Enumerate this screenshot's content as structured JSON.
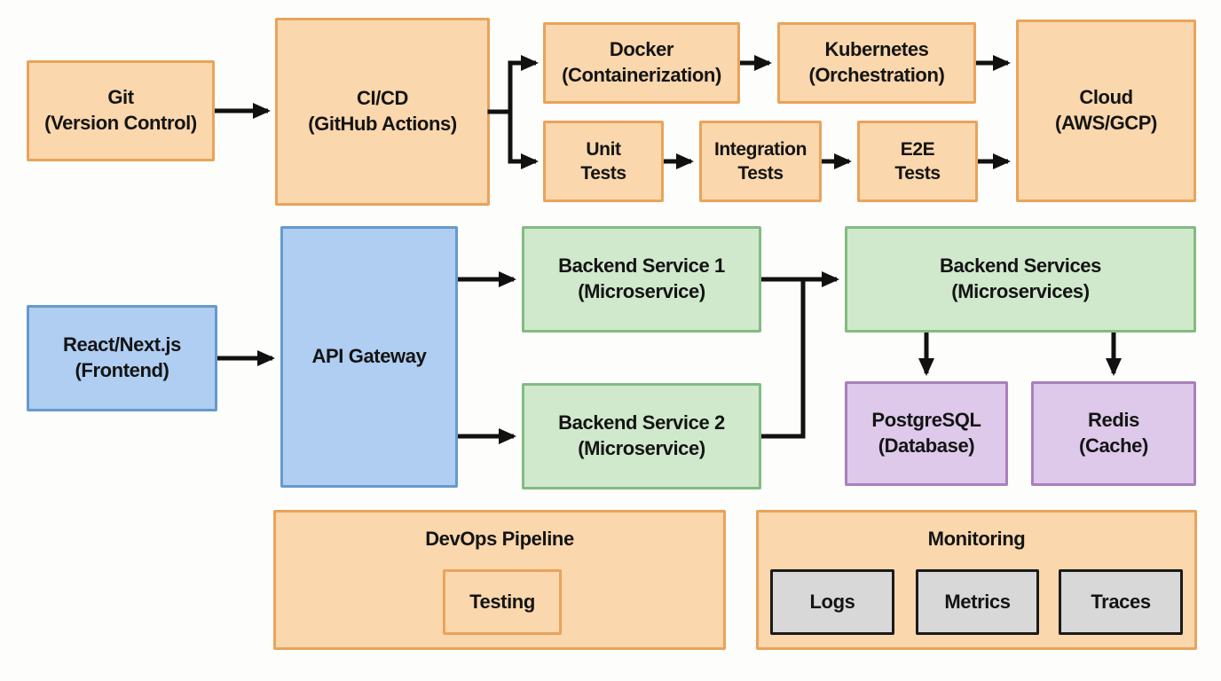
{
  "palette": {
    "background": "#fdfdfb",
    "text": "#141414",
    "arrow": "#111111",
    "orange_fill": "#fad7ac",
    "orange_border": "#e9a35c",
    "blue_fill": "#afcef2",
    "blue_border": "#6699cc",
    "green_fill": "#d0e9cc",
    "green_border": "#82bb82",
    "purple_fill": "#dec9ea",
    "purple_border": "#a97fbc",
    "gray_fill": "#d8d8d8",
    "gray_border": "#1a1a1a"
  },
  "nodes": {
    "git": {
      "line1": "Git",
      "line2": "(Version Control)"
    },
    "cicd": {
      "line1": "CI/CD",
      "line2": "(GitHub Actions)"
    },
    "docker": {
      "line1": "Docker",
      "line2": "(Containerization)"
    },
    "kubernetes": {
      "line1": "Kubernetes",
      "line2": "(Orchestration)"
    },
    "cloud": {
      "line1": "Cloud",
      "line2": "(AWS/GCP)"
    },
    "unit_tests": {
      "line1": "Unit",
      "line2": "Tests"
    },
    "integration_tests": {
      "line1": "Integration",
      "line2": "Tests"
    },
    "e2e_tests": {
      "line1": "E2E",
      "line2": "Tests"
    },
    "react_frontend": {
      "line1": "React/Next.js",
      "line2": "(Frontend)"
    },
    "api_gateway": {
      "line1": "API Gateway"
    },
    "backend_service_1": {
      "line1": "Backend Service 1",
      "line2": "(Microservice)"
    },
    "backend_service_2": {
      "line1": "Backend Service 2",
      "line2": "(Microservice)"
    },
    "backend_services": {
      "line1": "Backend Services",
      "line2": "(Microservices)"
    },
    "postgresql": {
      "line1": "PostgreSQL",
      "line2": "(Database)"
    },
    "redis": {
      "line1": "Redis",
      "line2": "(Cache)"
    },
    "testing": {
      "line1": "Testing"
    },
    "logs": {
      "line1": "Logs"
    },
    "metrics": {
      "line1": "Metrics"
    },
    "traces": {
      "line1": "Traces"
    }
  },
  "panels": {
    "devops_pipeline": {
      "title": "DevOps Pipeline"
    },
    "monitoring": {
      "title": "Monitoring"
    }
  }
}
